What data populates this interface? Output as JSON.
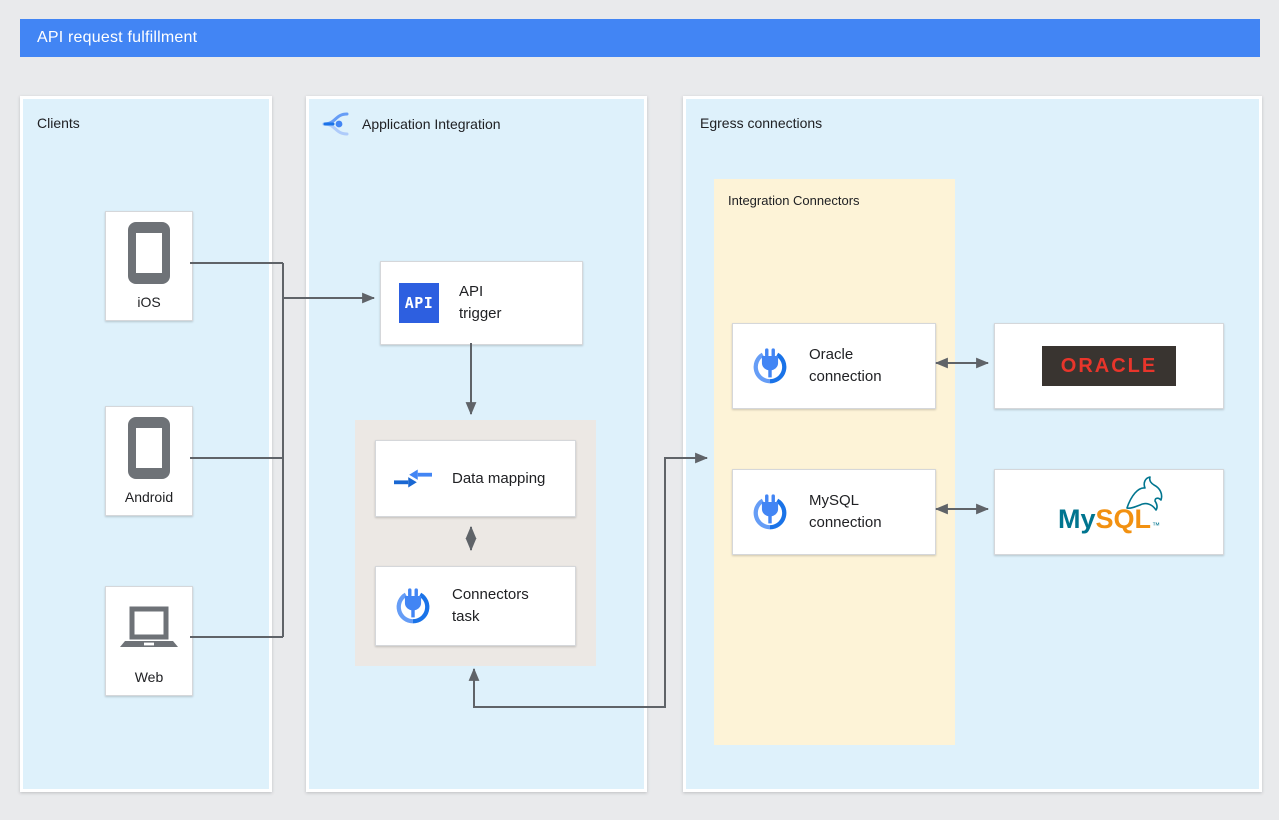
{
  "header": {
    "title": "API request fulfillment"
  },
  "panels": {
    "clients": {
      "label": "Clients"
    },
    "application_integration": {
      "label": "Application Integration"
    },
    "egress": {
      "label": "Egress connections"
    },
    "integration_connectors": {
      "label": "Integration Connectors"
    }
  },
  "clients": [
    {
      "label": "iOS",
      "icon": "mobile-phone-icon"
    },
    {
      "label": "Android",
      "icon": "mobile-phone-icon"
    },
    {
      "label": "Web",
      "icon": "laptop-icon"
    }
  ],
  "nodes": {
    "api_trigger": {
      "label": "API\ntrigger",
      "icon_text": "API",
      "icon": "api-trigger-icon"
    },
    "data_mapping": {
      "label": "Data mapping",
      "icon": "data-mapping-icon"
    },
    "connectors_task": {
      "label": "Connectors\ntask",
      "icon": "integration-connector-icon"
    },
    "oracle_connection": {
      "label": "Oracle\nconnection",
      "icon": "integration-connector-icon"
    },
    "mysql_connection": {
      "label": "MySQL\nconnection",
      "icon": "integration-connector-icon"
    }
  },
  "logos": {
    "oracle": {
      "text": "ORACLE"
    },
    "mysql": {
      "my": "My",
      "sql": "SQL",
      "tm": "™"
    }
  },
  "colors": {
    "header_bg": "#4285f4",
    "header_text": "#ffffff",
    "canvas_bg": "#e9eaec",
    "panel_bg": "#def1fb",
    "connectors_panel_bg": "#fdf3d7",
    "integration_group_bg": "#ece8e4",
    "node_border": "#d5d7da",
    "line": "#5f6368",
    "text": "#202124",
    "client_icon": "#6e7277",
    "api_icon_bg": "#2d5fe0",
    "oracle_chip_bg": "#393430",
    "oracle_red": "#e8352b",
    "mysql_teal": "#00758f",
    "mysql_orange": "#f29111"
  }
}
